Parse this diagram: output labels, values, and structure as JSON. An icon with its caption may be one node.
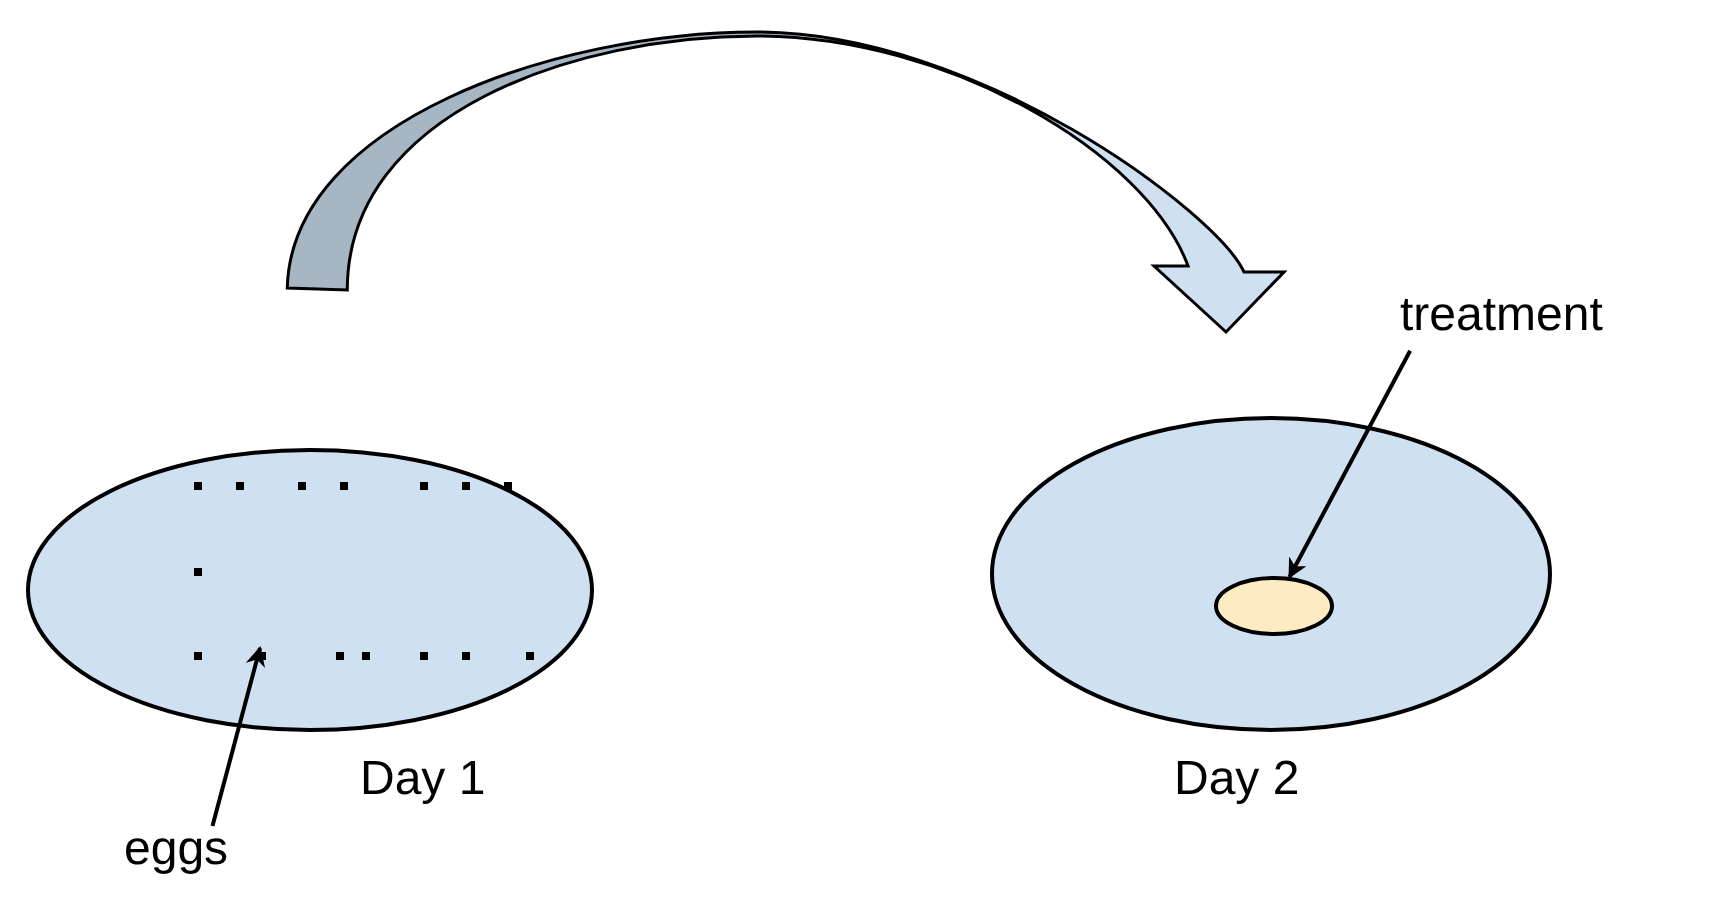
{
  "diagram": {
    "nodes": [
      {
        "text": [],
        "shape": "ellipse",
        "beside": [
          "Day 1"
        ]
      },
      {
        "text": [
          "eggs"
        ]
      },
      {
        "text": [],
        "shape": "ellipse",
        "beside": [
          "Day 2"
        ]
      },
      {
        "text": [],
        "shape": "ellipse",
        "in": 2
      },
      {
        "text": [
          "treatment"
        ]
      }
    ],
    "edges": [
      {
        "from": 0,
        "to": 2,
        "arrow": "to",
        "style": "thick"
      },
      {
        "from": 1,
        "to": 0,
        "arrow": "to"
      },
      {
        "from": 4,
        "to": 3,
        "arrow": "to"
      }
    ]
  }
}
